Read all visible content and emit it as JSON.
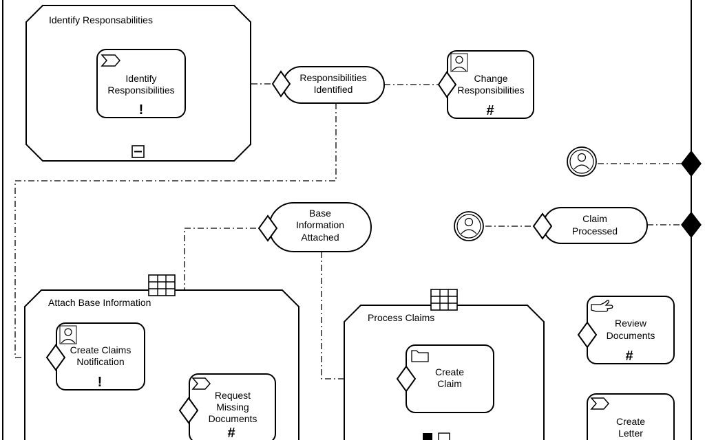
{
  "colors": {
    "stroke": "#000000",
    "fill": "#ffffff"
  },
  "containers": {
    "identify": {
      "title": "Identify Responsabilities"
    },
    "attach": {
      "title": "Attach Base Information"
    },
    "process": {
      "title": "Process Claims"
    }
  },
  "tasks": {
    "identify_responsibilities": {
      "line1": "Identify",
      "line2": "Responsibilities",
      "icon": "sequence-icon",
      "marker": "!"
    },
    "change_responsibilities": {
      "line1": "Change",
      "line2": "Responsibilities",
      "icon": "person-icon",
      "marker": "#"
    },
    "create_claims_notification": {
      "line1": "Create Claims",
      "line2": "Notification",
      "icon": "person-icon",
      "marker": "!"
    },
    "request_missing_documents": {
      "line1": "Request",
      "line2": "Missing",
      "line3": "Documents",
      "icon": "sequence-icon",
      "marker": "#"
    },
    "create_claim": {
      "line1": "Create",
      "line2": "Claim",
      "icon": "folder-icon"
    },
    "review_documents": {
      "line1": "Review",
      "line2": "Documents",
      "icon": "hand-icon",
      "marker": "#"
    },
    "create_letter": {
      "line1": "Create",
      "line2": "Letter",
      "icon": "sequence-icon"
    }
  },
  "milestones": {
    "responsibilities_identified": {
      "line1": "Responsibilities",
      "line2": "Identified"
    },
    "base_information_attached": {
      "line1": "Base",
      "line2": "Information",
      "line3": "Attached"
    },
    "claim_processed": {
      "line1": "Claim",
      "line2": "Processed"
    }
  }
}
